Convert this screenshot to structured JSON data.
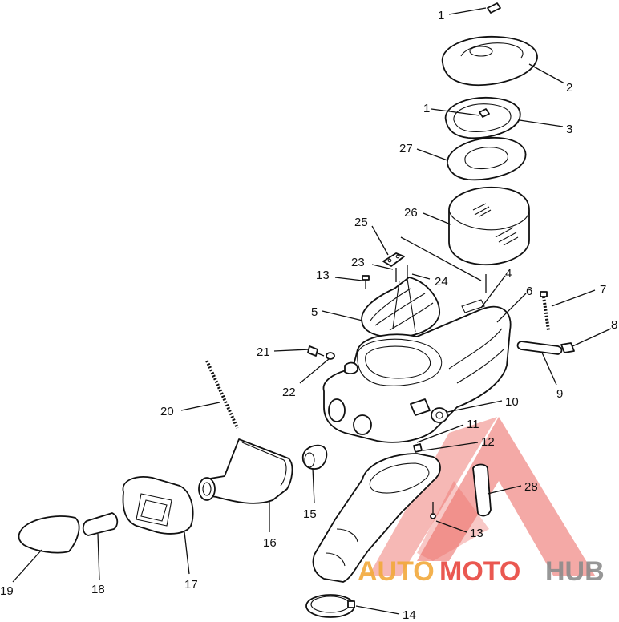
{
  "labels": {
    "p1a": "1",
    "p1b": "1",
    "p2": "2",
    "p3": "3",
    "p4": "4",
    "p5": "5",
    "p6": "6",
    "p7": "7",
    "p8": "8",
    "p9": "9",
    "p10": "10",
    "p11": "11",
    "p12": "12",
    "p13a": "13",
    "p13b": "13",
    "p14": "14",
    "p15": "15",
    "p16": "16",
    "p17": "17",
    "p18": "18",
    "p19": "19",
    "p20": "20",
    "p21": "21",
    "p22": "22",
    "p23": "23",
    "p24": "24",
    "p25": "25",
    "p26": "26",
    "p27": "27",
    "p28": "28"
  },
  "watermark": {
    "word_auto": "AUTO",
    "word_moto": "MOTO",
    "word_hub": "HUB",
    "color_red": "#e8473f",
    "color_orange": "#f2a93b",
    "color_gray": "#8c8c8c"
  }
}
